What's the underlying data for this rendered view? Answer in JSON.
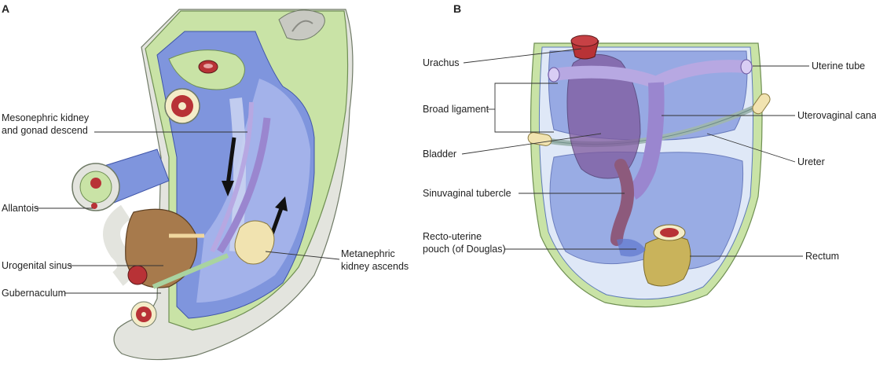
{
  "panel_a": {
    "letter": "A",
    "labels": {
      "mesonephric_line1": "Mesonephric kidney",
      "mesonephric_line2": "and gonad descend",
      "allantois": "Allantois",
      "urogenital_sinus": "Urogenital sinus",
      "gubernaculum": "Gubernaculum",
      "metanephric_line1": "Metanephric",
      "metanephric_line2": "kidney ascends"
    }
  },
  "panel_b": {
    "letter": "B",
    "labels": {
      "urachus": "Urachus",
      "broad_ligament": "Broad ligament",
      "bladder": "Bladder",
      "sinuvaginal_tubercle": "Sinuvaginal tubercle",
      "rectouterine_line1": "Recto-uterine",
      "rectouterine_line2": "pouch (of Douglas)",
      "uterine_tube": "Uterine tube",
      "uterovaginal_canal": "Uterovaginal canal",
      "ureter": "Ureter",
      "rectum": "Rectum"
    }
  },
  "colors": {
    "peritoneum_green": "#c9e3a6",
    "wall_grey": "#e3e4de",
    "blue_cavity": "#7f95dd",
    "light_blue": "#a9b7ec",
    "bladder_brown": "#a77a4c",
    "red_vessel": "#b83236",
    "duct_purple": "#9a86cf",
    "rectum_olive": "#c9b35b"
  }
}
